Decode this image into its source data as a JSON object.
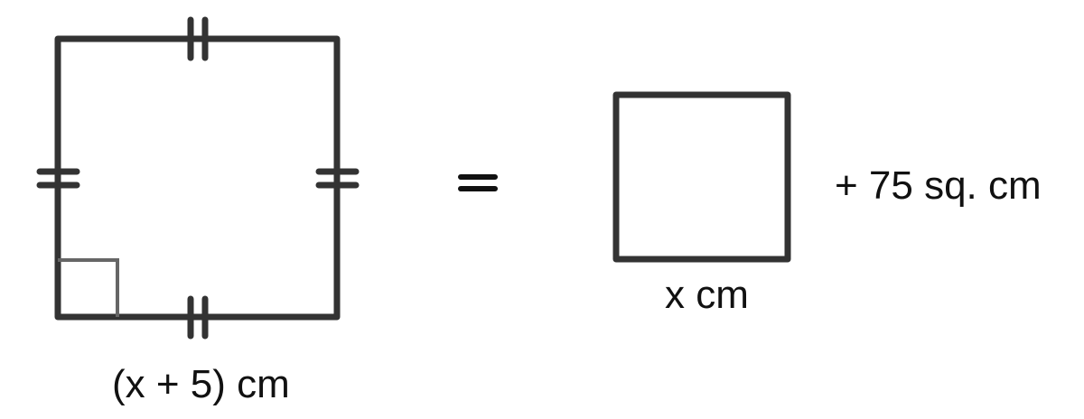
{
  "diagram": {
    "large_square": {
      "side_label": "(x + 5) cm",
      "has_right_angle_marker": true,
      "equal_side_marks": 2
    },
    "operator": "=",
    "small_square": {
      "side_label": "x cm"
    },
    "addend_label": "+ 75 sq. cm",
    "colors": {
      "stroke": "#333333",
      "right_angle": "#666666",
      "text": "#111111"
    }
  }
}
